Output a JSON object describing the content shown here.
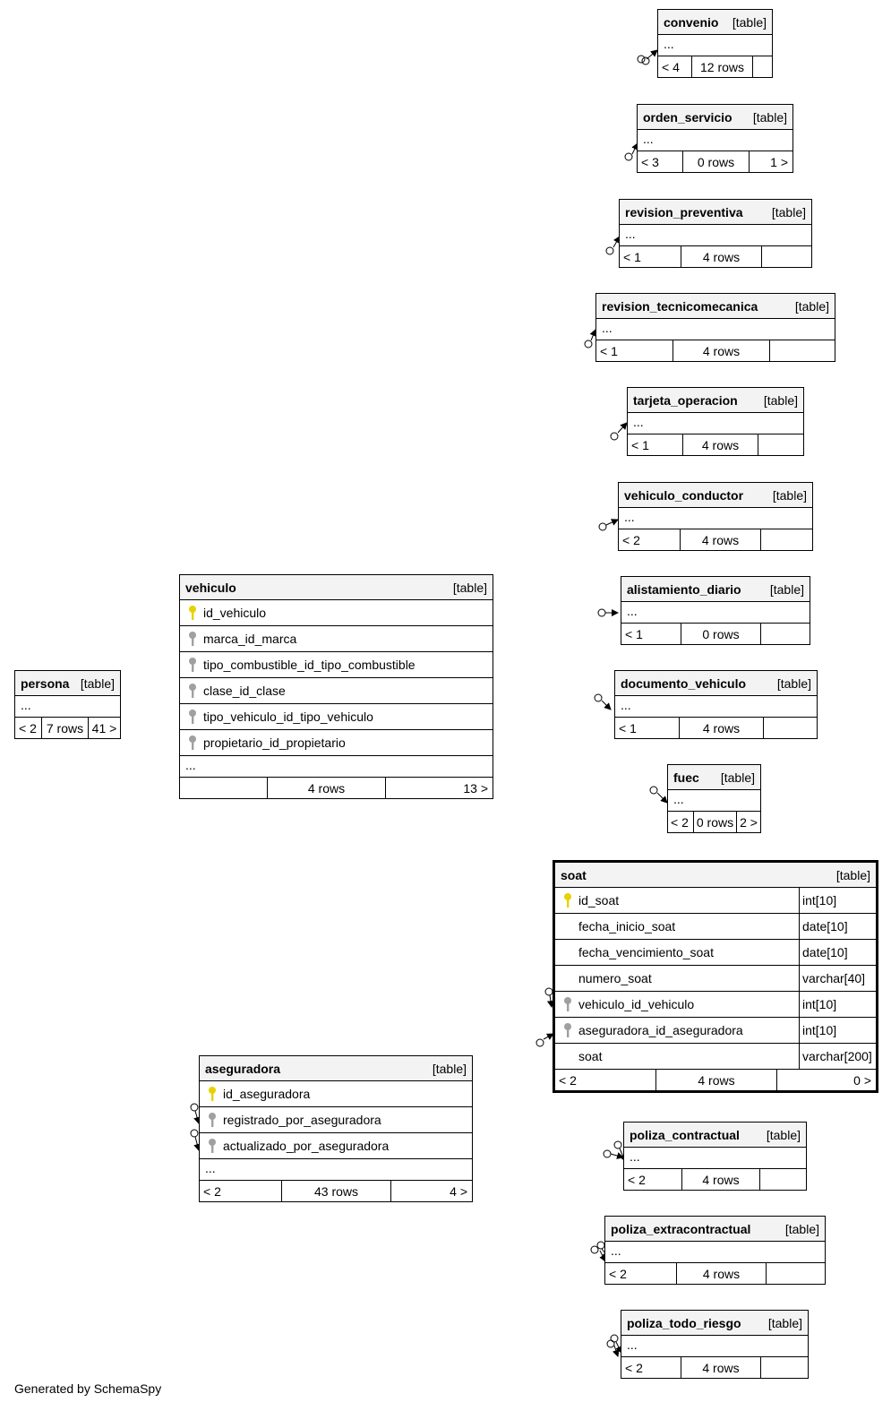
{
  "colors": {
    "pk_icon": "#e6d200",
    "fk_icon": "#a0a0a0",
    "header_bg": "#f3f3f3"
  },
  "footer_text": "Generated by SchemaSpy",
  "ellipsis": "...",
  "tables": {
    "convenio": {
      "name": "convenio",
      "tag": "[table]",
      "prev": "< 4",
      "rows": "12 rows",
      "next": ""
    },
    "orden_servicio": {
      "name": "orden_servicio",
      "tag": "[table]",
      "prev": "< 3",
      "rows": "0 rows",
      "next": "1 >"
    },
    "revision_preventiva": {
      "name": "revision_preventiva",
      "tag": "[table]",
      "prev": "< 1",
      "rows": "4 rows",
      "next": ""
    },
    "revision_tecnicomecanica": {
      "name": "revision_tecnicomecanica",
      "tag": "[table]",
      "prev": "< 1",
      "rows": "4 rows",
      "next": ""
    },
    "tarjeta_operacion": {
      "name": "tarjeta_operacion",
      "tag": "[table]",
      "prev": "< 1",
      "rows": "4 rows",
      "next": ""
    },
    "vehiculo_conductor": {
      "name": "vehiculo_conductor",
      "tag": "[table]",
      "prev": "< 2",
      "rows": "4 rows",
      "next": ""
    },
    "alistamiento_diario": {
      "name": "alistamiento_diario",
      "tag": "[table]",
      "prev": "< 1",
      "rows": "0 rows",
      "next": ""
    },
    "documento_vehiculo": {
      "name": "documento_vehiculo",
      "tag": "[table]",
      "prev": "< 1",
      "rows": "4 rows",
      "next": ""
    },
    "fuec": {
      "name": "fuec",
      "tag": "[table]",
      "prev": "< 2",
      "rows": "0 rows",
      "next": "2 >"
    },
    "persona": {
      "name": "persona",
      "tag": "[table]",
      "prev": "< 2",
      "rows": "7 rows",
      "next": "41 >"
    },
    "vehiculo": {
      "name": "vehiculo",
      "tag": "[table]",
      "prev": "",
      "rows": "4 rows",
      "next": "13 >",
      "columns": [
        "id_vehiculo",
        "marca_id_marca",
        "tipo_combustible_id_tipo_combustible",
        "clase_id_clase",
        "tipo_vehiculo_id_tipo_vehiculo",
        "propietario_id_propietario"
      ]
    },
    "soat": {
      "name": "soat",
      "tag": "[table]",
      "prev": "< 2",
      "rows": "4 rows",
      "next": "0 >",
      "columns": [
        {
          "name": "id_soat",
          "type": "int[10]"
        },
        {
          "name": "fecha_inicio_soat",
          "type": "date[10]"
        },
        {
          "name": "fecha_vencimiento_soat",
          "type": "date[10]"
        },
        {
          "name": "numero_soat",
          "type": "varchar[40]"
        },
        {
          "name": "vehiculo_id_vehiculo",
          "type": "int[10]"
        },
        {
          "name": "aseguradora_id_aseguradora",
          "type": "int[10]"
        },
        {
          "name": "soat",
          "type": "varchar[200]"
        }
      ]
    },
    "aseguradora": {
      "name": "aseguradora",
      "tag": "[table]",
      "prev": "< 2",
      "rows": "43 rows",
      "next": "4 >",
      "columns": [
        "id_aseguradora",
        "registrado_por_aseguradora",
        "actualizado_por_aseguradora"
      ]
    },
    "poliza_contractual": {
      "name": "poliza_contractual",
      "tag": "[table]",
      "prev": "< 2",
      "rows": "4 rows",
      "next": ""
    },
    "poliza_extracontractual": {
      "name": "poliza_extracontractual",
      "tag": "[table]",
      "prev": "< 2",
      "rows": "4 rows",
      "next": ""
    },
    "poliza_todo_riesgo": {
      "name": "poliza_todo_riesgo",
      "tag": "[table]",
      "prev": "< 2",
      "rows": "4 rows",
      "next": ""
    }
  }
}
